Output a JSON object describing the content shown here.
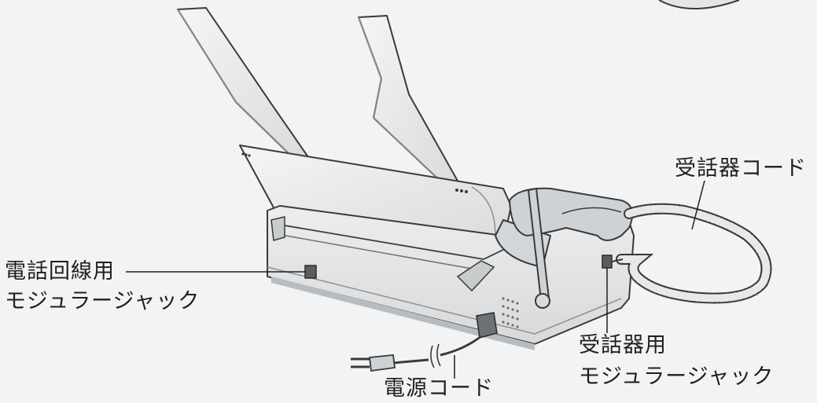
{
  "labels": {
    "handset_cord": "受話器コード",
    "line_jack_line1": "電話回線用",
    "line_jack_line2": "モジュラージャック",
    "handset_jack_line1": "受話器用",
    "handset_jack_line2": "モジュラージャック",
    "power_cord": "電源コード"
  },
  "colors": {
    "background": "#f2f3f4",
    "outline": "#3a3a3a",
    "body_fill": "#e4e6e7",
    "shadow": "#b9bcbe"
  }
}
